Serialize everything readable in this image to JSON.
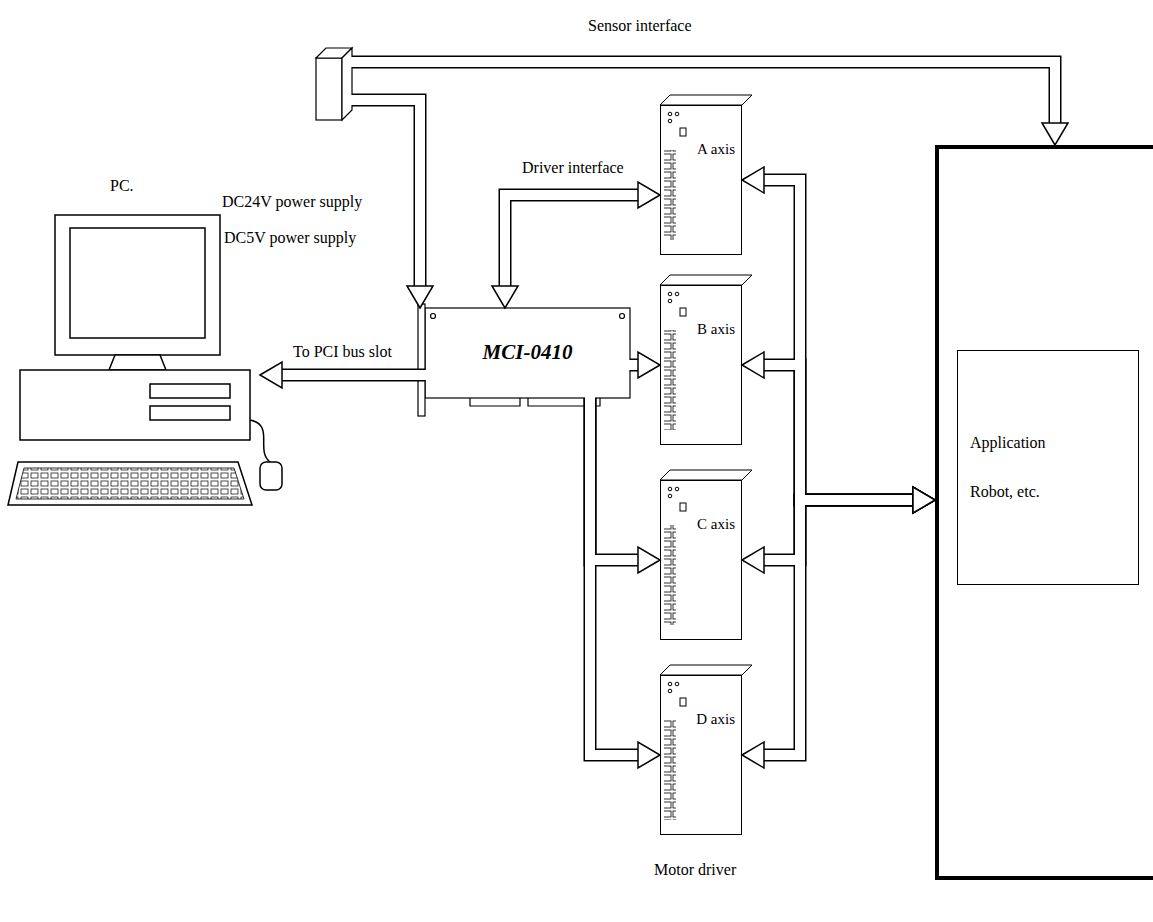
{
  "diagram": {
    "nodes": [
      {
        "text": [
          "PC."
        ]
      },
      {
        "text": [
          "DC24V power supply"
        ]
      },
      {
        "text": [
          "MCI-0410"
        ]
      },
      {
        "text": [
          "A axis"
        ]
      },
      {
        "text": [
          "B axis"
        ]
      },
      {
        "text": [
          "C axis"
        ]
      },
      {
        "text": [
          "D axis"
        ]
      },
      {
        "text": [
          "Application",
          "Robot, etc."
        ]
      }
    ],
    "edges": [
      {
        "from": 1,
        "to": 7,
        "arrow": "to",
        "label": "Sensor interface"
      },
      {
        "from": 1,
        "to": 2,
        "arrow": "to"
      },
      {
        "from": 2,
        "to": 3,
        "arrow": "both"
      },
      {
        "from": 2,
        "to": 4,
        "arrow": "to"
      },
      {
        "from": 2,
        "to": 5,
        "arrow": "to"
      },
      {
        "from": 2,
        "to": 6,
        "arrow": "to"
      },
      {
        "from": 3,
        "to": 7,
        "arrow": "both"
      },
      {
        "from": 4,
        "to": 7,
        "arrow": "both"
      },
      {
        "from": 5,
        "to": 7,
        "arrow": "both"
      },
      {
        "from": 6,
        "to": 7,
        "arrow": "both"
      },
      {
        "from": 2,
        "to": 0,
        "arrow": "to",
        "label": "To PCI bus slot"
      }
    ],
    "labels": [
      "Driver interface",
      "DC5V power supply",
      "Motor driver"
    ]
  }
}
